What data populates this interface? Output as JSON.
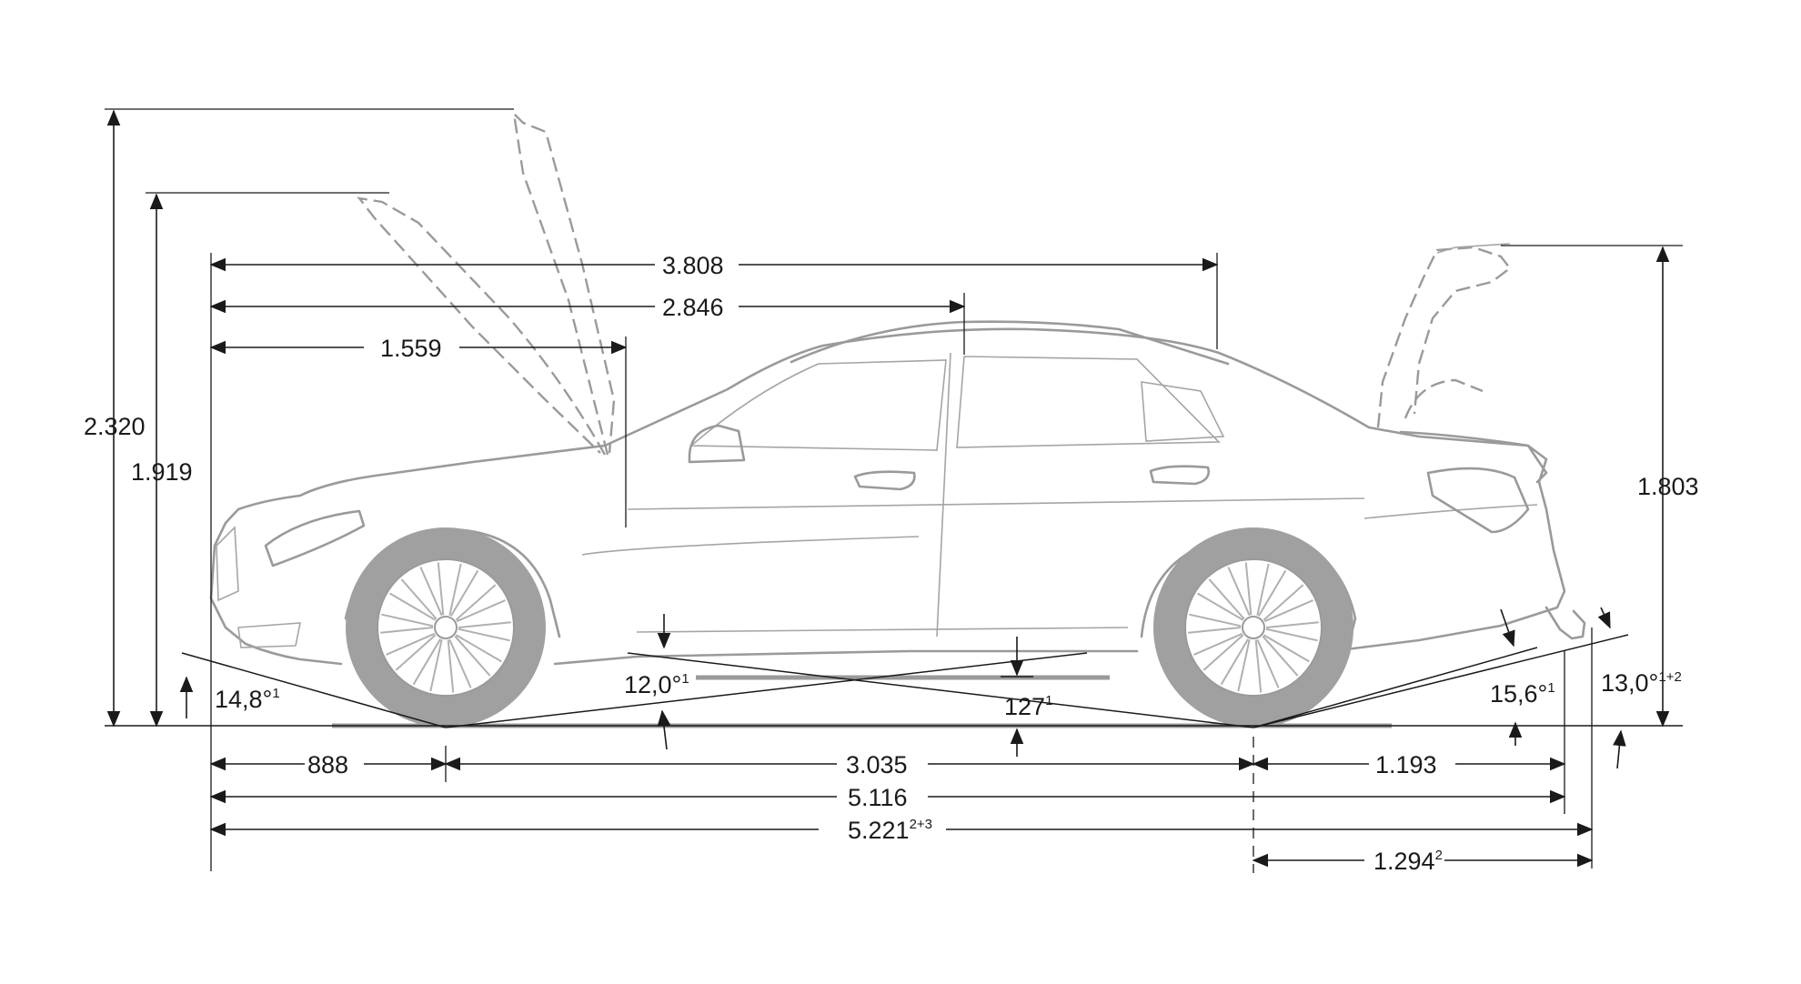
{
  "dimensions": {
    "height_trunk_open": "2.320",
    "height_hood_open": "1.919",
    "height_rear_lid_open": "1.803",
    "front_to_windshield": "3.808",
    "front_to_b_pillar": "2.846",
    "front_to_a_pillar": "1.559",
    "front_overhang": "888",
    "wheelbase": "3.035",
    "rear_overhang": "1.193",
    "length": "5.116",
    "length_with_hitch": "5.221",
    "length_with_hitch_sup": "2+3",
    "rear_overhang_with_hitch": "1.294",
    "rear_overhang_with_hitch_sup": "2",
    "approach_angle": "14,8°",
    "approach_angle_sup": "1",
    "breakover_angle": "12,0°",
    "breakover_angle_sup": "1",
    "ground_clearance": "127",
    "ground_clearance_sup": "1",
    "departure_angle": "15,6°",
    "departure_angle_sup": "1",
    "departure_angle_hitch": "13,0°",
    "departure_angle_hitch_sup": "1+2"
  },
  "colors": {
    "line": "#1a1a1a",
    "car_outline": "#9a9a9a",
    "tyre": "#a0a0a0",
    "background": "#ffffff"
  },
  "icons": {
    "wheel_logo": "three-pointed-star-icon"
  }
}
